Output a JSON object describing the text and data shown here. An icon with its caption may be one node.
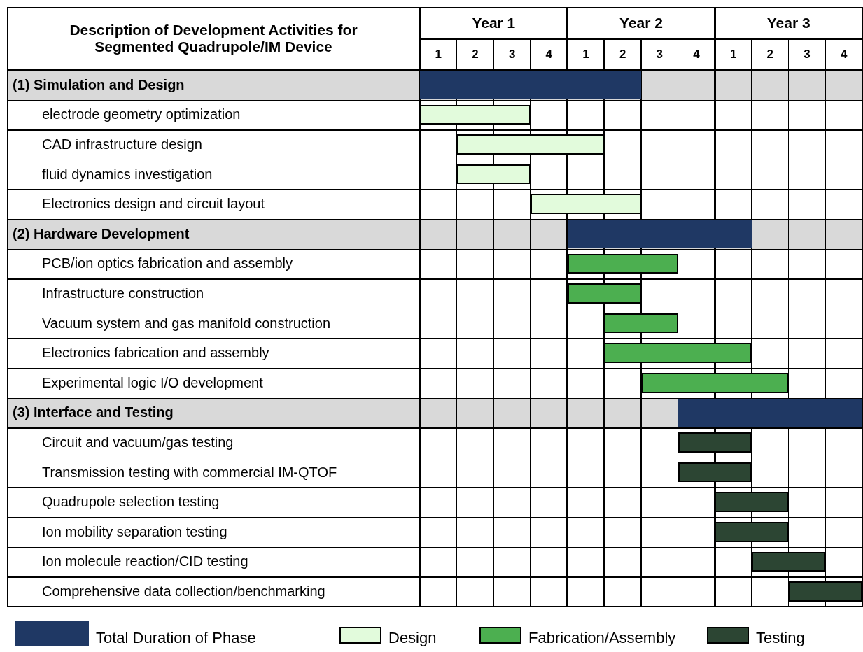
{
  "diagram": {
    "nodes": [
      {
        "text": [],
        "shape": "bar"
      },
      {
        "text": [],
        "shape": "bar"
      },
      {
        "text": [],
        "shape": "bar"
      },
      {
        "text": [],
        "shape": "bar"
      },
      {
        "text": [],
        "shape": "bar"
      },
      {
        "text": [],
        "shape": "bar"
      },
      {
        "text": [],
        "shape": "bar"
      },
      {
        "text": [],
        "shape": "bar"
      },
      {
        "text": [],
        "shape": "bar"
      },
      {
        "text": [],
        "shape": "bar"
      },
      {
        "text": [],
        "shape": "bar"
      },
      {
        "text": [],
        "shape": "bar"
      },
      {
        "text": [],
        "shape": "bar"
      },
      {
        "text": [],
        "shape": "bar"
      },
      {
        "text": [],
        "shape": "bar"
      },
      {
        "text": [],
        "shape": "bar"
      },
      {
        "text": [],
        "shape": "bar"
      },
      {
        "text": [],
        "shape": "bar"
      }
    ],
    "labels": [
      "Description of Development Activities for Segmented Quadrupole/IM Device",
      "Year 1",
      "Year 2",
      "Year 3",
      "1",
      "2",
      "3",
      "4",
      "1",
      "2",
      "3",
      "4",
      "1",
      "2",
      "3",
      "4",
      "(1) Simulation and Design",
      "electrode geometry optimization",
      "CAD infrastructure design",
      "fluid dynamics investigation",
      "Electronics design and circuit layout",
      "(2) Hardware Development",
      "PCB/ion optics fabrication and assembly",
      "Infrastructure construction",
      "Vacuum system and gas manifold construction",
      "Electronics fabrication and assembly",
      "Experimental logic I/O development",
      "(3)  Interface and Testing",
      "Circuit and vacuum/gas testing",
      "Transmission testing with commercial IM-QTOF",
      "Quadrupole selection testing",
      "Ion mobility separation testing",
      "Ion molecule reaction/CID testing",
      "Comprehensive data collection/benchmarking"
    ],
    "legend": [
      {
        "text": "Total Duration of Phase",
        "color": "#1f3864"
      },
      {
        "text": "Design",
        "color": "#e2fbdc"
      },
      {
        "text": "Fabrication/Assembly",
        "color": "#4caf50"
      },
      {
        "text": "Testing",
        "color": "#2c4533"
      }
    ]
  }
}
